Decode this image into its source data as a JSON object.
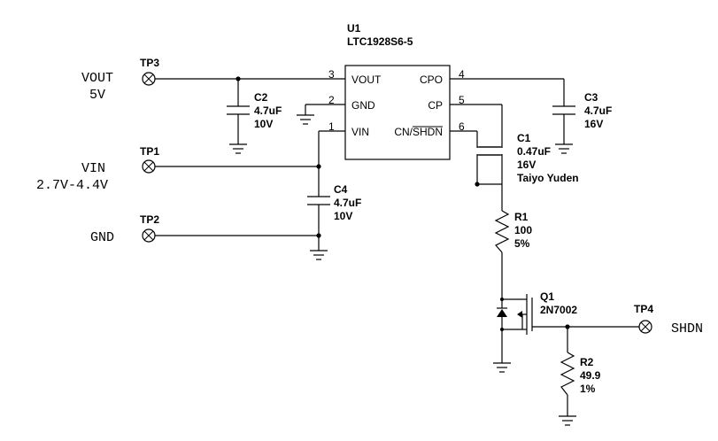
{
  "u1": {
    "ref": "U1",
    "part": "LTC1928S6-5",
    "pins": {
      "vout": {
        "num": "3",
        "name": "VOUT"
      },
      "gnd": {
        "num": "2",
        "name": "GND"
      },
      "vin": {
        "num": "1",
        "name": "VIN"
      },
      "cpo": {
        "num": "4",
        "name": "CPO"
      },
      "cp": {
        "num": "5",
        "name": "CP"
      },
      "cn_pre": "CN/",
      "shdn": {
        "num": "6",
        "name": "SHDN"
      }
    }
  },
  "testpoints": {
    "tp1": "TP1",
    "tp2": "TP2",
    "tp3": "TP3",
    "tp4": "TP4"
  },
  "nets": {
    "vout": "VOUT",
    "vout_value": "5V",
    "vin": "VIN",
    "vin_range": "2.7V-4.4V",
    "gnd": "GND",
    "shdn": "SHDN"
  },
  "c1": {
    "ref": "C1",
    "value": "0.47uF",
    "voltage": "16V",
    "maker": "Taiyo Yuden"
  },
  "c2": {
    "ref": "C2",
    "value": "4.7uF",
    "voltage": "10V"
  },
  "c3": {
    "ref": "C3",
    "value": "4.7uF",
    "voltage": "16V"
  },
  "c4": {
    "ref": "C4",
    "value": "4.7uF",
    "voltage": "10V"
  },
  "r1": {
    "ref": "R1",
    "value": "100",
    "tolerance": "5%"
  },
  "r2": {
    "ref": "R2",
    "value": "49.9",
    "tolerance": "1%"
  },
  "q1": {
    "ref": "Q1",
    "part": "2N7002"
  }
}
